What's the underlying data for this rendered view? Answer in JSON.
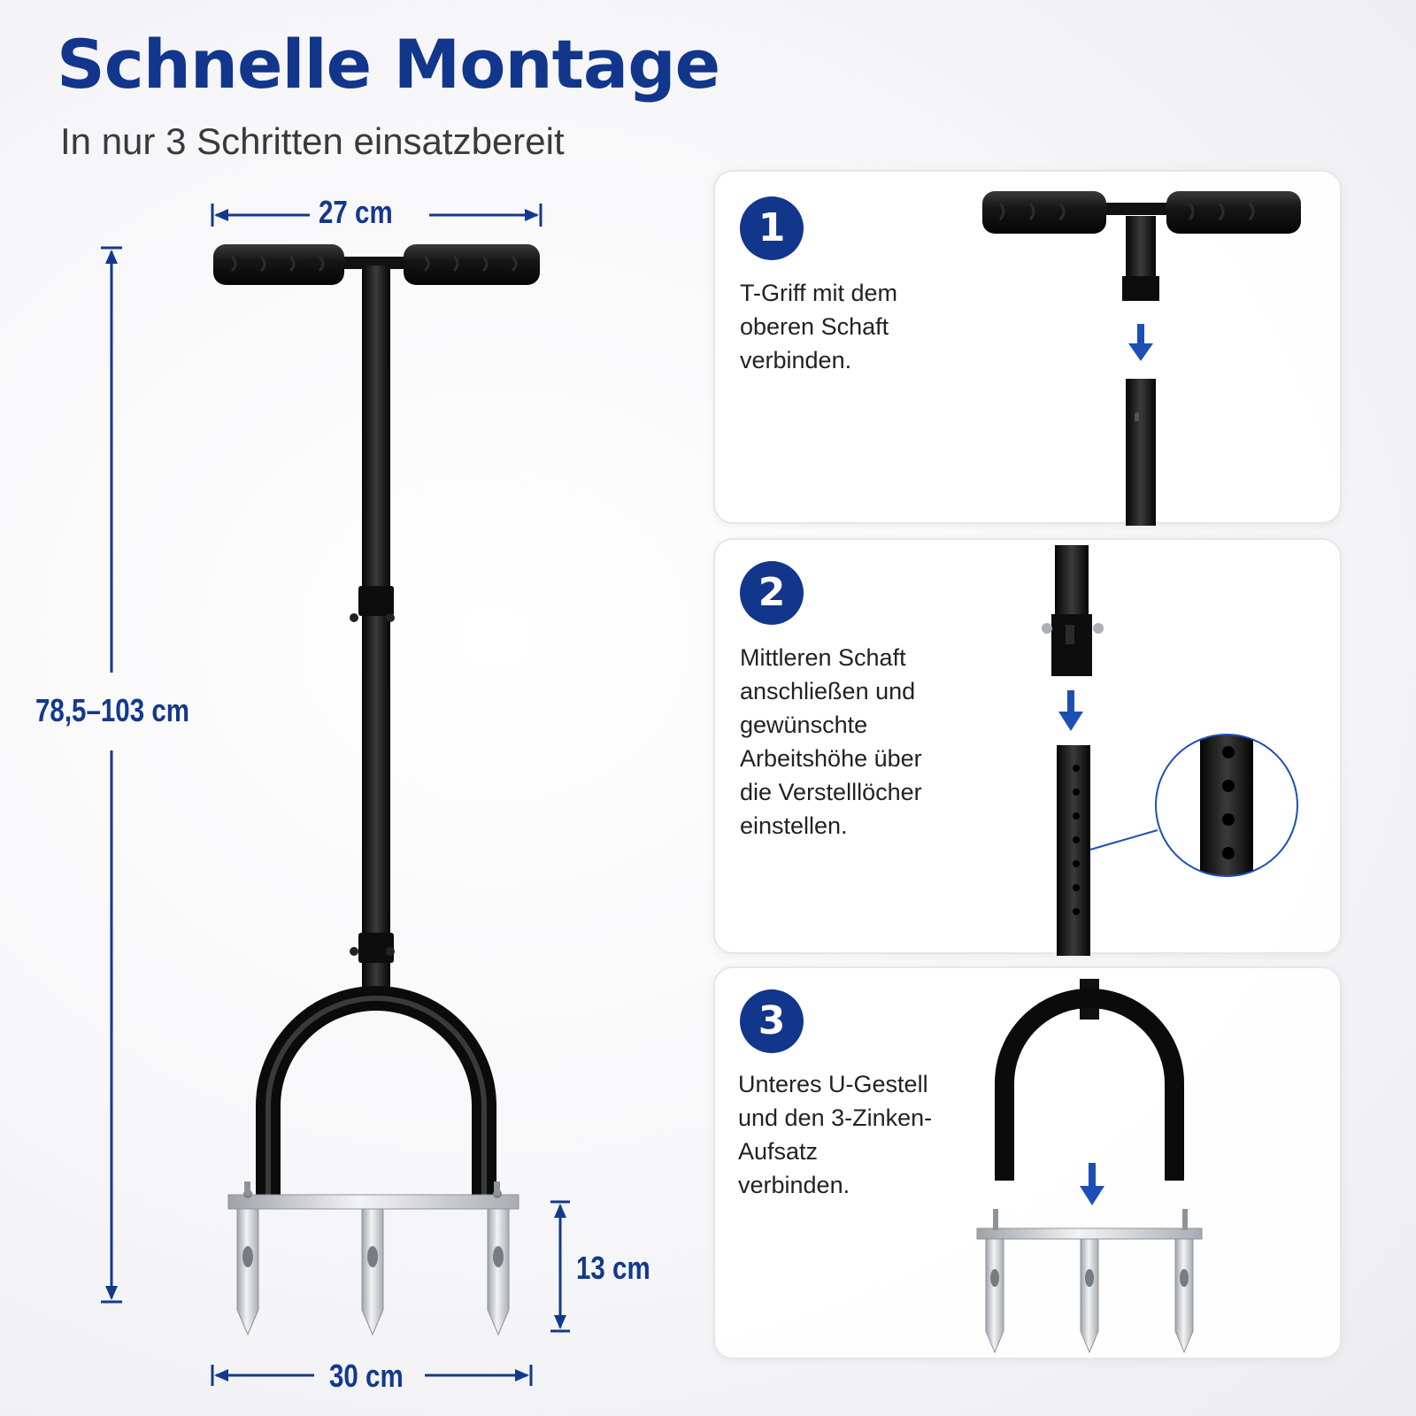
{
  "header": {
    "title": "Schnelle Montage",
    "subtitle": "In nur 3 Schritten einsatzbereit"
  },
  "dimensions": {
    "handle_width": "27 cm",
    "height_range": "78,5–103 cm",
    "tine_height": "13 cm",
    "base_width": "30 cm"
  },
  "steps": [
    {
      "number": "1",
      "lines": [
        "T-Griff mit dem",
        "oberen Schaft",
        "verbinden."
      ]
    },
    {
      "number": "2",
      "lines": [
        "Mittleren Schaft",
        "anschließen und",
        "gewünschte",
        "Arbeitshöhe über",
        "die Verstelllöcher",
        "einstellen."
      ]
    },
    {
      "number": "3",
      "lines": [
        "Unteres U-Gestell",
        "und den 3-Zinken-",
        "Aufsatz",
        "verbinden."
      ]
    }
  ],
  "colors": {
    "brand_blue": "#12368c",
    "tool_black": "#111111",
    "steel": "#c9cdd2"
  },
  "icons": [
    "arrow-down-icon",
    "dimension-arrow-icon",
    "zoom-circle-icon"
  ]
}
